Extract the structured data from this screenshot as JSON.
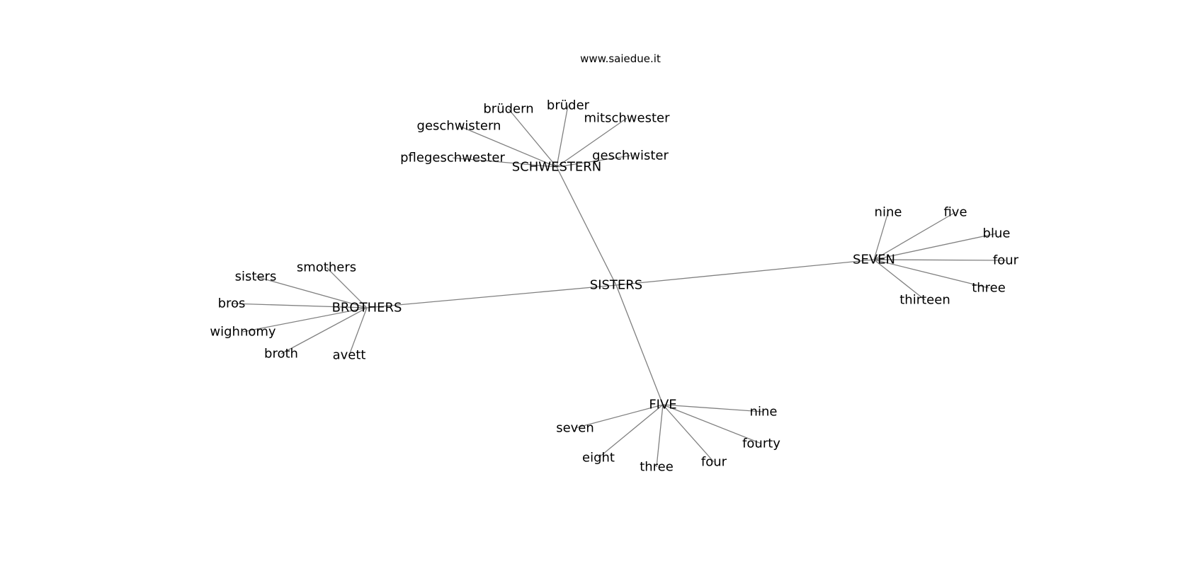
{
  "credit": "www.saiedue.it",
  "colors": {
    "background": "#ffffff",
    "edge": "#808080",
    "text": "#000000"
  },
  "graph": {
    "root": "SISTERS",
    "hubs": [
      {
        "label": "SCHWESTERN",
        "leaves": [
          "brüdern",
          "brüder",
          "geschwistern",
          "mitschwester",
          "pflegeschwester",
          "geschwister"
        ]
      },
      {
        "label": "BROTHERS",
        "leaves": [
          "sisters",
          "smothers",
          "bros",
          "wighnomy",
          "broth",
          "avett"
        ]
      },
      {
        "label": "SEVEN",
        "leaves": [
          "nine",
          "five",
          "blue",
          "four",
          "three",
          "thirteen"
        ]
      },
      {
        "label": "FIVE",
        "leaves": [
          "nine",
          "seven",
          "fourty",
          "eight",
          "three",
          "four"
        ]
      }
    ]
  }
}
